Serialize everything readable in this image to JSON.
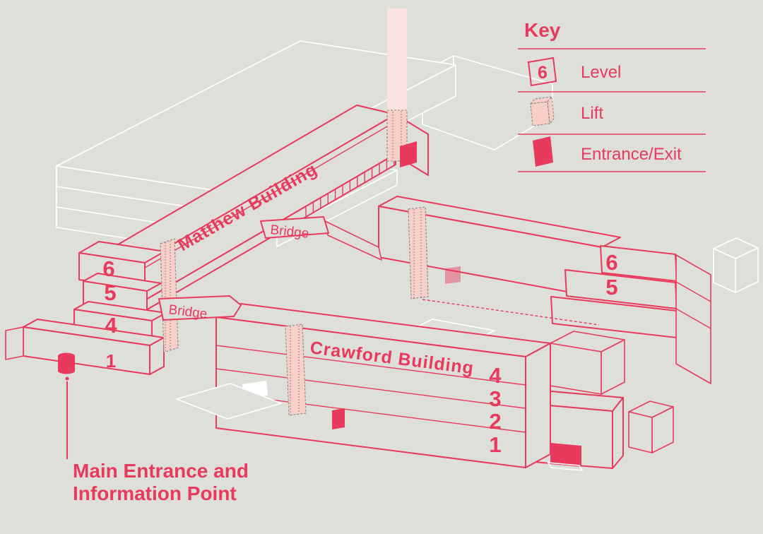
{
  "colors": {
    "background": "#dfdfda",
    "accent_red": "#e73a5c",
    "lift_pink": "#f8cfc8",
    "lift_pink_pale": "#fbe4e0",
    "ghost_white": "#ffffff",
    "dash_gray": "#8a8883"
  },
  "key": {
    "title": "Key",
    "items": [
      {
        "id": "level",
        "icon": "level-badge-icon",
        "symbol": "6",
        "label": "Level"
      },
      {
        "id": "lift",
        "icon": "lift-shaft-icon",
        "label": "Lift"
      },
      {
        "id": "entrance",
        "icon": "entrance-exit-icon",
        "label": "Entrance/Exit"
      }
    ]
  },
  "map": {
    "matthew": {
      "name": "Matthew Building",
      "west_levels": [
        "6",
        "5",
        "4"
      ],
      "podium_level": "1"
    },
    "crawford": {
      "name": "Crawford Building",
      "levels": [
        "4",
        "3",
        "2",
        "1"
      ]
    },
    "east_block_levels": [
      "6",
      "5"
    ],
    "bridges": [
      "Bridge",
      "Bridge"
    ],
    "annotation": {
      "line1": "Main Entrance and",
      "line2": "Information Point"
    }
  }
}
